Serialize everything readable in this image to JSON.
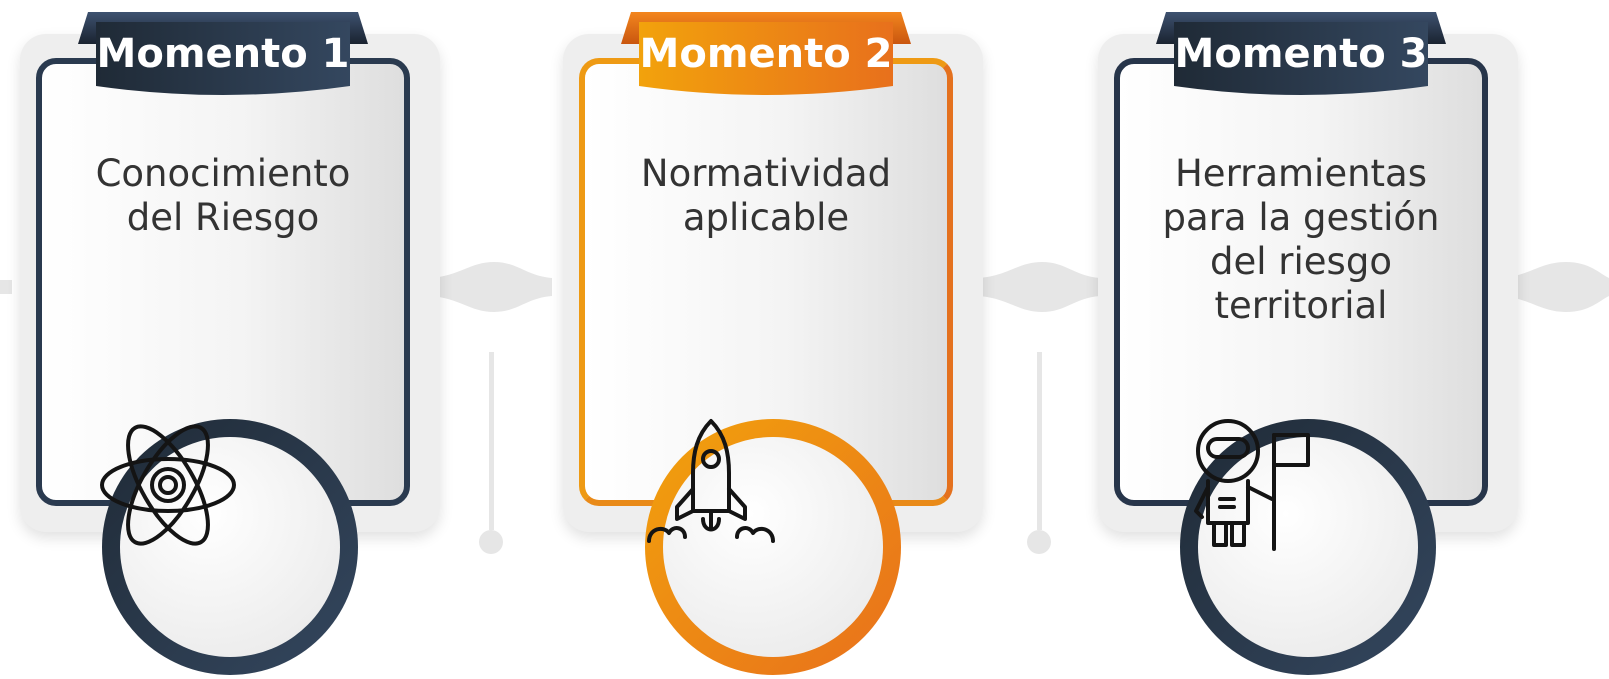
{
  "stages": [
    {
      "label": "Momento 1",
      "title_lines": [
        "Conocimiento",
        "del Riesgo"
      ],
      "icon": "atom-icon",
      "colors": {
        "dark": "#1f2a36",
        "light": "#34475f"
      }
    },
    {
      "label": "Momento 2",
      "title_lines": [
        "Normatividad",
        "aplicable"
      ],
      "icon": "rocket-launch-icon",
      "colors": {
        "dark": "#f0a30a",
        "light": "#e8731c"
      }
    },
    {
      "label": "Momento 3",
      "title_lines": [
        "Herramientas",
        "para la gestión",
        "del riesgo",
        "territorial"
      ],
      "icon": "astronaut-flag-icon",
      "colors": {
        "dark": "#1f2a36",
        "light": "#34475f"
      }
    }
  ]
}
